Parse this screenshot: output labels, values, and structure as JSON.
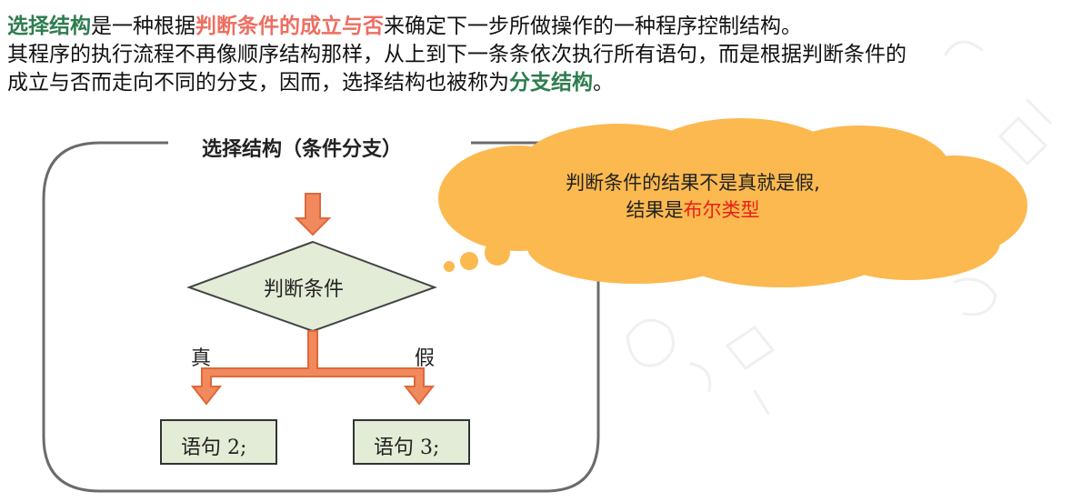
{
  "intro": {
    "line1_term": "选择结构",
    "line1_mid": "是一种根据",
    "line1_cond": "判断条件的成立与否",
    "line1_end": "来确定下一步所做操作的一种程序控制结构。",
    "line2": "其程序的执行流程不再像顺序结构那样，从上到下一条条依次执行所有语句，而是根据判断条件的",
    "line3_start": "成立与否而走向不同的分支，因而，选择结构也被称为",
    "line3_term": "分支结构",
    "line3_end": "。"
  },
  "diagram": {
    "panel_title": "选择结构（条件分支）",
    "condition": "判断条件",
    "true_label": "真",
    "false_label": "假",
    "statement_true": "语句 2;",
    "statement_false": "语句 3;"
  },
  "bubble": {
    "line1": "判断条件的结果不是真就是假,",
    "line2_start": "结果是",
    "line2_highlight": "布尔类型"
  },
  "colors": {
    "term_green": "#2e7d4f",
    "condition_red": "#ee6e60",
    "arrow_orange": "#f08a5d",
    "node_fill": "#e3ecd6",
    "bubble_fill": "#fbb94f",
    "highlight_red": "#e8201a"
  }
}
